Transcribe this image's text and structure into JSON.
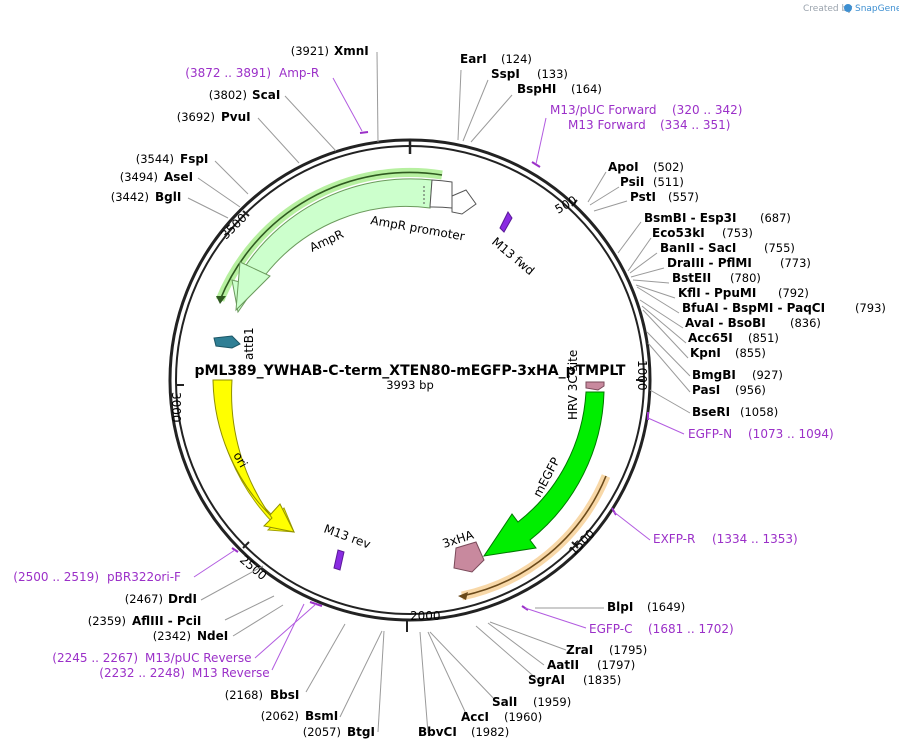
{
  "credit": {
    "text": "Created by",
    "brand": "SnapGene"
  },
  "plasmid": {
    "name": "pML389_YWHAB-C-term_XTEN80-mEGFP-3xHA_pTMPLT",
    "size_label": "3993 bp",
    "length": 3993
  },
  "ticks": [
    {
      "label": "500",
      "bp": 500
    },
    {
      "label": "1000",
      "bp": 1000
    },
    {
      "label": "1500",
      "bp": 1500
    },
    {
      "label": "2000",
      "bp": 2000
    },
    {
      "label": "2500",
      "bp": 2500
    },
    {
      "label": "3000",
      "bp": 3000
    },
    {
      "label": "3500",
      "bp": 3500
    }
  ],
  "sites_right": [
    {
      "name": "EarI",
      "pos": "(124)",
      "bp": 124
    },
    {
      "name": "SspI",
      "pos": "(133)",
      "bp": 133
    },
    {
      "name": "BspHI",
      "pos": "(164)",
      "bp": 164
    },
    {
      "name": "ApoI",
      "pos": "(502)",
      "bp": 502
    },
    {
      "name": "PsiI",
      "pos": "(511)",
      "bp": 511
    },
    {
      "name": "PstI",
      "pos": "(557)",
      "bp": 557
    },
    {
      "name": "BsmBI - Esp3I",
      "pos": "(687)",
      "bp": 687
    },
    {
      "name": "Eco53kI",
      "pos": "(753)",
      "bp": 753
    },
    {
      "name": "BanII - SacI",
      "pos": "(755)",
      "bp": 755
    },
    {
      "name": "DraIII - PflMI",
      "pos": "(773)",
      "bp": 773
    },
    {
      "name": "BstEII",
      "pos": "(780)",
      "bp": 780
    },
    {
      "name": "KflI - PpuMI",
      "pos": "(792)",
      "bp": 792
    },
    {
      "name": "BfuAI - BspMI - PaqCI",
      "pos": "(793)",
      "bp": 793
    },
    {
      "name": "AvaI - BsoBI",
      "pos": "(836)",
      "bp": 836
    },
    {
      "name": "Acc65I",
      "pos": "(851)",
      "bp": 851
    },
    {
      "name": "KpnI",
      "pos": "(855)",
      "bp": 855
    },
    {
      "name": "BmgBI",
      "pos": "(927)",
      "bp": 927
    },
    {
      "name": "PasI",
      "pos": "(956)",
      "bp": 956
    },
    {
      "name": "BseRI",
      "pos": "(1058)",
      "bp": 1058
    },
    {
      "name": "BlpI",
      "pos": "(1649)",
      "bp": 1649
    },
    {
      "name": "ZraI",
      "pos": "(1795)",
      "bp": 1795
    },
    {
      "name": "AatII",
      "pos": "(1797)",
      "bp": 1797
    },
    {
      "name": "SgrAI",
      "pos": "(1835)",
      "bp": 1835
    },
    {
      "name": "SalI",
      "pos": "(1959)",
      "bp": 1959
    },
    {
      "name": "AccI",
      "pos": "(1960)",
      "bp": 1960
    },
    {
      "name": "BbvCI",
      "pos": "(1982)",
      "bp": 1982
    }
  ],
  "sites_left": [
    {
      "name": "XmnI",
      "pos": "(3921)",
      "bp": 3921
    },
    {
      "name": "ScaI",
      "pos": "(3802)",
      "bp": 3802
    },
    {
      "name": "PvuI",
      "pos": "(3692)",
      "bp": 3692
    },
    {
      "name": "FspI",
      "pos": "(3544)",
      "bp": 3544
    },
    {
      "name": "AseI",
      "pos": "(3494)",
      "bp": 3494
    },
    {
      "name": "BglI",
      "pos": "(3442)",
      "bp": 3442
    },
    {
      "name": "DrdI",
      "pos": "(2467)",
      "bp": 2467
    },
    {
      "name": "AflIII - PciI",
      "pos": "(2359)",
      "bp": 2359
    },
    {
      "name": "NdeI",
      "pos": "(2342)",
      "bp": 2342
    },
    {
      "name": "BbsI",
      "pos": "(2168)",
      "bp": 2168
    },
    {
      "name": "BsmI",
      "pos": "(2062)",
      "bp": 2062
    },
    {
      "name": "BtgI",
      "pos": "(2057)",
      "bp": 2057
    }
  ],
  "primers": [
    {
      "name": "Amp-R",
      "range": "(3872 .. 3891)"
    },
    {
      "name": "M13/pUC Forward",
      "range": "(320 .. 342)"
    },
    {
      "name": "M13 Forward",
      "range": "(334 .. 351)"
    },
    {
      "name": "EGFP-N",
      "range": "(1073 .. 1094)"
    },
    {
      "name": "EXFP-R",
      "range": "(1334 .. 1353)"
    },
    {
      "name": "EGFP-C",
      "range": "(1681 .. 1702)"
    },
    {
      "name": "pBR322ori-F",
      "range": "(2500 .. 2519)"
    },
    {
      "name": "M13/pUC Reverse",
      "range": "(2245 .. 2267)"
    },
    {
      "name": "M13 Reverse",
      "range": "(2232 .. 2248)"
    }
  ],
  "features": {
    "ampr_promoter": "AmpR promoter",
    "ampr": "AmpR",
    "m13_fwd": "M13 fwd",
    "attb1": "attB1",
    "ori": "ori",
    "m13_rev": "M13 rev",
    "hrv3c": "HRV 3C site",
    "megfp": "mEGFP",
    "hax3": "3xHA"
  },
  "colors": {
    "backbone": "#222222",
    "ampr_fill": "#ccffcc",
    "ampr_stroke": "#6b9a5c",
    "ori": "#ffff00",
    "megfp": "#00ee00",
    "hax3": "#c8899e",
    "primer": "#9b30c8",
    "attb1": "#2f7f95",
    "highlight_green": "#b7f0a0",
    "highlight_orange": "#f8d8a8"
  }
}
